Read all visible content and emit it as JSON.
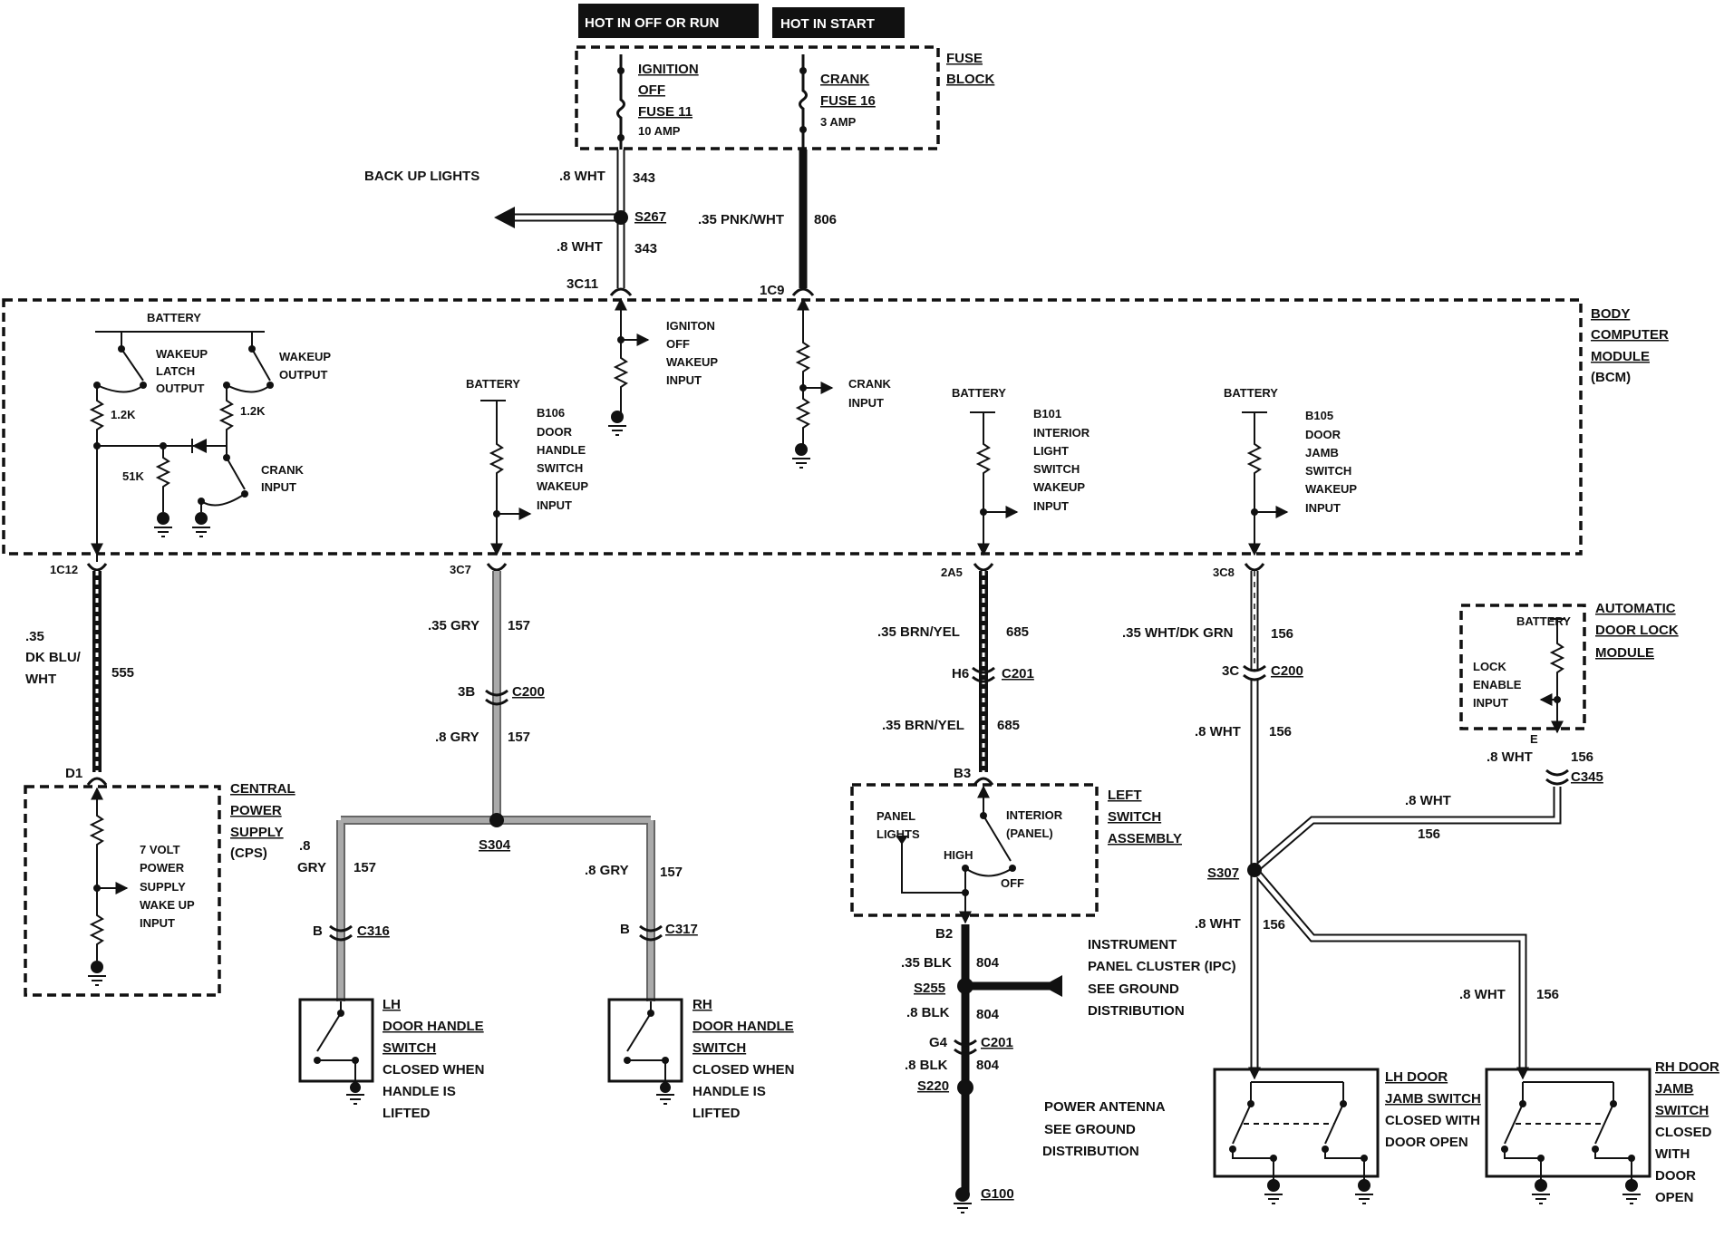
{
  "header": {
    "hot_off_run": "HOT IN OFF OR RUN",
    "hot_start": "HOT IN START"
  },
  "fuse_block": {
    "title_1": "FUSE",
    "title_2": "BLOCK",
    "ign_1": "IGNITION",
    "ign_2": "OFF",
    "ign_3": "FUSE 11",
    "ign_4": "10 AMP",
    "crank_1": "CRANK",
    "crank_2": "FUSE 16",
    "crank_3": "3 AMP"
  },
  "wires_top": {
    "backup_lights": "BACK UP LIGHTS",
    "w1_size": ".8 WHT",
    "w1_num": "343",
    "s267": "S267",
    "w2_size": ".8 WHT",
    "w2_num": "343",
    "pnk_size": ".35 PNK/WHT",
    "pnk_num": "806",
    "c3c11": "3C11",
    "c1c9": "1C9"
  },
  "bcm": {
    "title_1": "BODY",
    "title_2": "COMPUTER",
    "title_3": "MODULE",
    "title_4": "(BCM)",
    "battery_top": "BATTERY",
    "wakeup_latch_1": "WAKEUP",
    "wakeup_latch_2": "LATCH",
    "wakeup_latch_3": "OUTPUT",
    "wakeup_out_1": "WAKEUP",
    "wakeup_out_2": "OUTPUT",
    "r1": "1.2K",
    "r2": "1.2K",
    "r3": "51K",
    "crank_in_1": "CRANK",
    "crank_in_2": "INPUT",
    "ign_wake_1": "IGNITON",
    "ign_wake_2": "OFF",
    "ign_wake_3": "WAKEUP",
    "ign_wake_4": "INPUT",
    "crank_input_1": "CRANK",
    "crank_input_2": "INPUT",
    "battery_b106": "BATTERY",
    "b106_1": "B106",
    "b106_2": "DOOR",
    "b106_3": "HANDLE",
    "b106_4": "SWITCH",
    "b106_5": "WAKEUP",
    "b106_6": "INPUT",
    "battery_b101": "BATTERY",
    "b101_1": "B101",
    "b101_2": "INTERIOR",
    "b101_3": "LIGHT",
    "b101_4": "SWITCH",
    "b101_5": "WAKEUP",
    "b101_6": "INPUT",
    "battery_b105": "BATTERY",
    "b105_1": "B105",
    "b105_2": "DOOR",
    "b105_3": "JAMB",
    "b105_4": "SWITCH",
    "b105_5": "WAKEUP",
    "b105_6": "INPUT"
  },
  "connectors_bcm_bottom": {
    "c1c12": "1C12",
    "c3c7": "3C7",
    "c2a5": "2A5",
    "c3c8": "3C8"
  },
  "cps_branch": {
    "w_size_1": ".35",
    "w_size_2": "DK BLU/",
    "w_size_3": "WHT",
    "w_num": "555",
    "d1": "D1",
    "title_1": "CENTRAL",
    "title_2": "POWER",
    "title_3": "SUPPLY",
    "title_4": "(CPS)",
    "desc_1": "7 VOLT",
    "desc_2": "POWER",
    "desc_3": "SUPPLY",
    "desc_4": "WAKE UP",
    "desc_5": "INPUT"
  },
  "door_handle_branch": {
    "w1_size": ".35 GRY",
    "w1_num": "157",
    "c3b": "3B",
    "c200": "C200",
    "w2_size": ".8 GRY",
    "w2_num": "157",
    "s304": "S304",
    "lh_size_1": ".8",
    "lh_size_2": "GRY",
    "lh_num": "157",
    "rh_size": ".8 GRY",
    "rh_num": "157",
    "lh_b": "B",
    "c316": "C316",
    "rh_b": "B",
    "c317": "C317",
    "lh_sw_1": "LH",
    "lh_sw_2": "DOOR HANDLE",
    "lh_sw_3": "SWITCH",
    "lh_sw_4": "CLOSED WHEN",
    "lh_sw_5": "HANDLE IS",
    "lh_sw_6": "LIFTED",
    "rh_sw_1": "RH",
    "rh_sw_2": "DOOR HANDLE",
    "rh_sw_3": "SWITCH",
    "rh_sw_4": "CLOSED WHEN",
    "rh_sw_5": "HANDLE IS",
    "rh_sw_6": "LIFTED"
  },
  "interior_branch": {
    "w1_size": ".35 BRN/YEL",
    "w1_num": "685",
    "h6": "H6",
    "c201": "C201",
    "w2_size": ".35 BRN/YEL",
    "w2_num": "685",
    "b3": "B3",
    "panel_1": "PANEL",
    "panel_2": "LIGHTS",
    "interior_1": "INTERIOR",
    "interior_2": "(PANEL)",
    "high": "HIGH",
    "off": "OFF",
    "lsa_1": "LEFT",
    "lsa_2": "SWITCH",
    "lsa_3": "ASSEMBLY",
    "b2": "B2",
    "w3_size": ".35 BLK",
    "w3_num": "804",
    "s255": "S255",
    "w4_size": ".8 BLK",
    "w4_num": "804",
    "g4": "G4",
    "c201b": "C201",
    "w5_size": ".8 BLK",
    "w5_num": "804",
    "s220": "S220",
    "g100": "G100",
    "ipc_1": "INSTRUMENT",
    "ipc_2": "PANEL CLUSTER (IPC)",
    "ipc_3": "SEE GROUND",
    "ipc_4": "DISTRIBUTION",
    "ant_1": "POWER ANTENNA",
    "ant_2": "SEE GROUND",
    "ant_3": "DISTRIBUTION"
  },
  "jamb_branch": {
    "w1_size": ".35 WHT/DK GRN",
    "w1_num": "156",
    "c3c": "3C",
    "c200": "C200",
    "w2_size": ".8 WHT",
    "w2_num": "156",
    "s307": "S307",
    "w3_size": ".8 WHT",
    "w3_num": "156",
    "w4_size": ".8 WHT",
    "w4_num": "156",
    "w5_size": ".8 WHT",
    "w5_num": "156",
    "w6_size": ".8 WHT",
    "w6_num": "156",
    "e": "E",
    "c345": "C345",
    "adl_1": "AUTOMATIC",
    "adl_2": "DOOR LOCK",
    "adl_3": "MODULE",
    "adl_battery": "BATTERY",
    "adl_in_1": "LOCK",
    "adl_in_2": "ENABLE",
    "adl_in_3": "INPUT",
    "lh_1": "LH DOOR",
    "lh_2": "JAMB SWITCH",
    "lh_3": "CLOSED WITH",
    "lh_4": "DOOR OPEN",
    "rh_1": "RH DOOR",
    "rh_2": "JAMB",
    "rh_3": "SWITCH",
    "rh_4": "CLOSED",
    "rh_5": "WITH",
    "rh_6": "DOOR",
    "rh_7": "OPEN"
  }
}
